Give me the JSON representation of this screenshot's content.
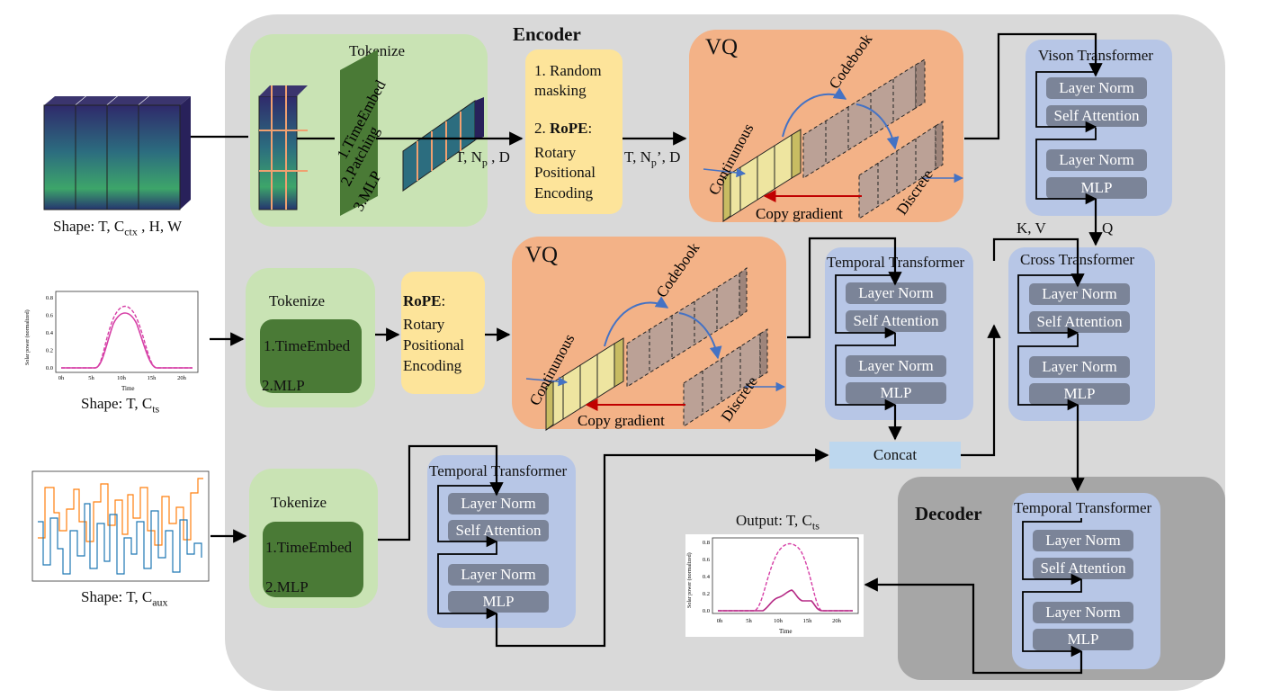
{
  "encoder": {
    "title": "Encoder"
  },
  "decoder": {
    "title": "Decoder"
  },
  "inputs": {
    "satellite_shape": [
      "Shape: T, C",
      "ctx",
      " , H, W"
    ],
    "ts_shape": [
      "Shape: T, C",
      "ts"
    ],
    "aux_shape": [
      "Shape: T, C",
      "aux"
    ]
  },
  "tokenize_top": {
    "title": "Tokenize",
    "steps": [
      "1.TimeEmbed",
      "2.Patching",
      "3.MLP"
    ],
    "dim_label": [
      "T, N",
      "p",
      " , D"
    ]
  },
  "masking_box": {
    "line1": "1. Random",
    "line2": "masking",
    "rope_prefix": "2. ",
    "rope_bold": "RoPE",
    "rope_suffix": ":",
    "line4": "Rotary",
    "line5": "Positional",
    "line6": "Encoding"
  },
  "masked_dim": [
    "T, N",
    "p",
    "’, D"
  ],
  "vq": {
    "title": "VQ",
    "codebook": "Codebook",
    "continuous": "Continunous",
    "discrete": "Discrete",
    "copy_gradient": "Copy gradient"
  },
  "tokenize_mid": {
    "title": "Tokenize",
    "steps": [
      "1.TimeEmbed",
      "2.MLP"
    ]
  },
  "rope_box": {
    "bold": "RoPE",
    "suffix": ":",
    "line2": "Rotary",
    "line3": "Positional",
    "line4": "Encoding"
  },
  "tokenize_bot": {
    "title": "Tokenize",
    "steps": [
      "1.TimeEmbed",
      "2.MLP"
    ]
  },
  "vision_transformer": {
    "title": "Vison Transformer"
  },
  "temporal_transformer": {
    "title": "Temporal Transformer"
  },
  "cross_transformer": {
    "title": "Cross Transformer"
  },
  "layers": {
    "layer_norm": "Layer Norm",
    "self_attention": "Self Attention",
    "mlp": "MLP"
  },
  "concat": {
    "label": "Concat"
  },
  "kv_label": "K, V",
  "q_label": "Q",
  "output": {
    "title": [
      "Output: T, C",
      "ts"
    ]
  },
  "chart_ts": {
    "ylabel": "Solar power (normalized)",
    "xlabel": "Time",
    "yticks": [
      "0.0",
      "0.2",
      "0.4",
      "0.6",
      "0.8"
    ],
    "xticks": [
      "0h",
      "5h",
      "10h",
      "15h",
      "20h"
    ]
  },
  "chart_out": {
    "ylabel": "Solar power (normalized)",
    "xlabel": "Time",
    "yticks": [
      "0.0",
      "0.2",
      "0.4",
      "0.6",
      "0.8"
    ],
    "xticks": [
      "0h",
      "5h",
      "10h",
      "15h",
      "20h"
    ]
  },
  "colors": {
    "arrow_black": "#000000",
    "arrow_blue": "#4472c4",
    "arrow_red": "#c00000",
    "series_magenta": "#d63fa6",
    "aux_blue": "#1f77b4",
    "aux_orange": "#ff7f0e"
  }
}
